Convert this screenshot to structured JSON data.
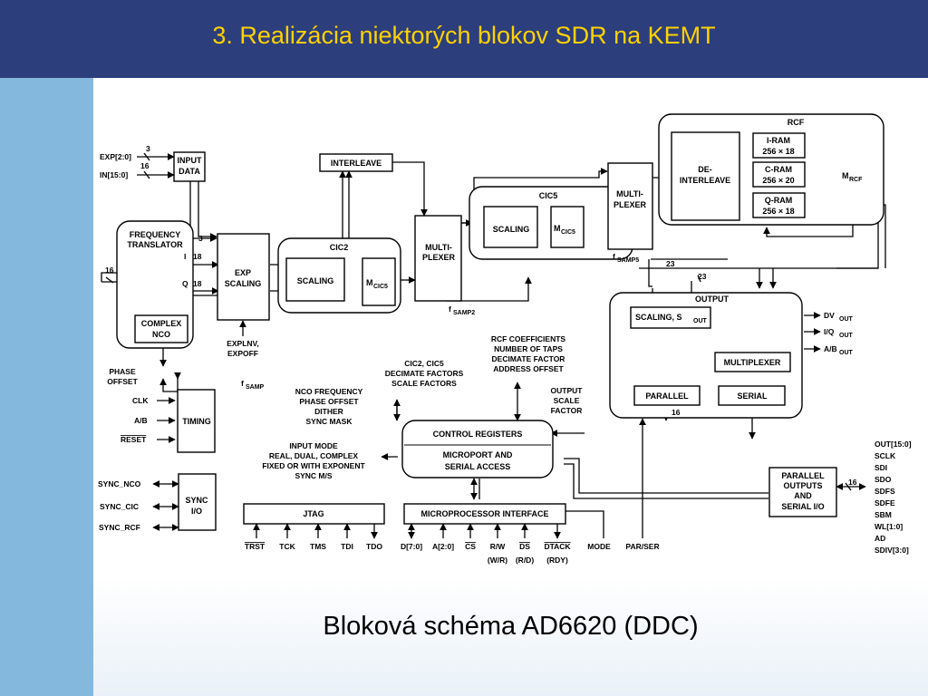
{
  "slide": {
    "title": "3. Realizácia niektorých blokov SDR na KEMT",
    "caption": "Bloková schéma AD6620 (DDC)"
  },
  "diagram": {
    "blocks": {
      "input_data": [
        "INPUT",
        "DATA"
      ],
      "freq_translator": [
        "FREQUENCY",
        "TRANSLATOR"
      ],
      "complex_nco": [
        "COMPLEX",
        "NCO"
      ],
      "exp_scaling": [
        "EXP",
        "SCALING"
      ],
      "interleave": "INTERLEAVE",
      "cic2": "CIC2",
      "cic2_scaling": "SCALING",
      "mcic2": "M",
      "mcic2_sub": "CIC5",
      "mux1": [
        "MULTI-",
        "PLEXER"
      ],
      "cic5": "CIC5",
      "cic5_scaling": "SCALING",
      "mcic5": "M",
      "mcic5_sub": "CIC5",
      "mux2": [
        "MULTI-",
        "PLEXER"
      ],
      "rcf": "RCF",
      "deinterleave": [
        "DE-",
        "INTERLEAVE"
      ],
      "iram": [
        "I-RAM",
        "256 × 18"
      ],
      "cram": [
        "C-RAM",
        "256 × 20"
      ],
      "qram": [
        "Q-RAM",
        "256 × 18"
      ],
      "mrcf": "M",
      "mrcf_sub": "RCF",
      "output_label": "OUTPUT",
      "scaling_sout": "SCALING, S",
      "sout_sub": "OUT",
      "multiplexer": "MULTIPLEXER",
      "parallel": "PARALLEL",
      "serial": "SERIAL",
      "timing": "TIMING",
      "sync_io": [
        "SYNC",
        "I/O"
      ],
      "control_registers": [
        "CONTROL REGISTERS",
        "MICROPORT AND",
        "SERIAL ACCESS"
      ],
      "jtag": "JTAG",
      "microprocessor_interface": "MICROPROCESSOR INTERFACE",
      "parallel_outputs": [
        "PARALLEL",
        "OUTPUTS",
        "AND",
        "SERIAL I/O"
      ]
    },
    "labels": {
      "exp_in": "EXP[2:0]",
      "in_in": "IN[15:0]",
      "bus3": "3",
      "bus16": "16",
      "bus18": "18",
      "bus23": "23",
      "i_lbl": "I",
      "q_lbl": "Q",
      "phase_offset": [
        "PHASE",
        "OFFSET"
      ],
      "explnv": [
        "EXPLNV,",
        "EXPOFF"
      ],
      "fsamp": "f",
      "fsamp_sub": "SAMP",
      "fsamp2": "f",
      "fsamp2_sub": "SAMP2",
      "fsamp5": "f",
      "fsamp5_sub": "SAMP5",
      "dv_out": "DV",
      "iq_out": "I/Q",
      "ab_out": "A/B",
      "out_sub": "OUT",
      "clk": "CLK",
      "ab": "A/B",
      "reset": "RESET",
      "sync_nco": "SYNC_NCO",
      "sync_cic": "SYNC_CIC",
      "sync_rcf": "SYNC_RCF",
      "nco_notes": [
        "NCO FREQUENCY",
        "PHASE OFFSET",
        "DITHER",
        "SYNC MASK"
      ],
      "cic_notes": [
        "CIC2, CIC5",
        "DECIMATE FACTORS",
        "SCALE FACTORS"
      ],
      "rcf_notes": [
        "RCF COEFFICIENTS",
        "NUMBER OF TAPS",
        "DECIMATE FACTOR",
        "ADDRESS OFFSET"
      ],
      "output_scale": [
        "OUTPUT",
        "SCALE",
        "FACTOR"
      ],
      "input_mode": [
        "INPUT MODE",
        "REAL, DUAL, COMPLEX",
        "FIXED OR WITH EXPONENT",
        "SYNC M/S"
      ],
      "jtag_pins": [
        "TRST",
        "TCK",
        "TMS",
        "TDI",
        "TDO"
      ],
      "mpi_pins": [
        "D[7:0]",
        "A[2:0]",
        "CS",
        "R/W",
        "DS",
        "DTACK"
      ],
      "mpi_subs": [
        "(W/R)",
        "(R/D)",
        "(RDY)"
      ],
      "mode": "MODE",
      "par_ser": "PAR/SER",
      "right_outputs": [
        "OUT[15:0]",
        "SCLK",
        "SDI",
        "SDO",
        "SDFS",
        "SDFE",
        "SBM",
        "WL[1:0]",
        "AD",
        "SDIV[3:0]"
      ]
    }
  }
}
